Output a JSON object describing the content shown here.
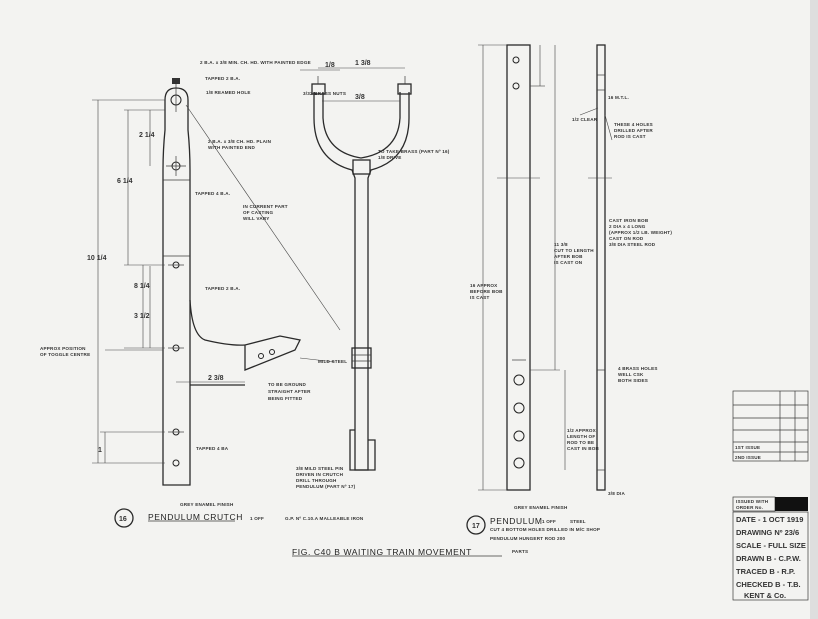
{
  "title": "FIG. C40 B  WAITING  TRAIN  MOVEMENT",
  "title_suffix": "PARTS",
  "part16": {
    "number": "16",
    "name": "PENDULUM  CRUTCH",
    "qty": "1 OFF",
    "material": "G.P. Nº C.10.A    MALLEABLE  IRON",
    "finish": "GREY ENAMEL FINISH",
    "notes": {
      "screw_top": "2 B.A. x 3/8 MIN. CH. HD. WITH PAINTED EDGE",
      "tapped_top": "TAPPED 2 B.A.",
      "reamed": "1/8 REAMED HOLE",
      "screw_mid1": "2 B.A. x 3/8 CH. HD. PLAIN",
      "screw_mid2": "WITH PAINTED END",
      "tapped_4ba": "TAPPED 4 B.A.",
      "vary1": "IN CURRENT PART",
      "vary2": "OF CASTING",
      "vary3": "WILL VARY",
      "tapped_2ba": "TAPPED 2 B.A.",
      "toggle1": "APPROX POSITION",
      "toggle2": "OF TOGGLE CENTRE",
      "tapped_bottom": "TAPPED 4 BA",
      "brass_nuts": "3/32 BRASS NUTS",
      "take_brass1": "TO TAKE BRASS (PART Nº 16)",
      "take_brass2": "1/8 DRIVE",
      "pin1": "3/8 MILD STEEL PIN",
      "pin2": "DRIVEN IN CRUTCH",
      "pin3": "DRILL THROUGH",
      "pin4": "PENDULUM (PART Nº 17)",
      "ground1": "TO BE GROUND",
      "ground2": "STRAIGHT AFTER",
      "ground3": "BEING FITTED",
      "mild": "MILD STEEL"
    },
    "dims": {
      "overall": "10 1/4",
      "d1": "6 1/4",
      "d2": "2 1/4",
      "d3": "3 1/2",
      "d4": "8 1/4",
      "d5": "2 3/8",
      "d6": "1",
      "fork_w": "1 3/8",
      "fork_i": "3/8",
      "fork_n": "1/8"
    }
  },
  "part17": {
    "number": "17",
    "name": "PENDULUM",
    "qty": "1 OFF",
    "material": "STEEL",
    "note1": "CUT 4 BOTTOM HOLES DRILLED IN M/C SHOP",
    "note2": "PENDULUM HUNGERT ROD 200",
    "finish": "GREY ENAMEL FINISH",
    "notes": {
      "mtl": "16 M.T.L.",
      "clear": "1/2 CLEAR",
      "holes1": "THESE 4 HOLES",
      "holes2": "DRILLED AFTER",
      "holes3": "ROD IS CAST",
      "bob1": "CAST IRON BOB",
      "bob2": "2 DIA x 4 LONG",
      "bob3": "(APPROX 1/2 LB. WEIGHT)",
      "bob4": "CAST ON ROD",
      "bob5": "3/8 DIA STEEL ROD",
      "cut1": "11 3/8",
      "cut2": "CUT TO LENGTH",
      "cut3": "AFTER BOB",
      "cut4": "IS CAST ON",
      "before1": "16 APPROX",
      "before2": "BEFORE BOB",
      "before3": "IS CAST",
      "csk1": "4 BRASS HOLES",
      "csk2": "WELL CSK",
      "csk3": "BOTH SIDES",
      "len1": "1/2 APPROX",
      "len2": "LENGTH OF",
      "len3": "ROD TO BE",
      "len4": "CAST IN BOB",
      "dia": "3/8 DIA"
    }
  },
  "title_block": {
    "date": "DATE - 1 OCT 1919",
    "drawing_no": "DRAWING Nº 23/6",
    "scale": "SCALE - FULL SIZE",
    "drawn": "DRAWN B - C.P.W.",
    "traced": "TRACED B - R.P.",
    "checked": "CHECKED B - T.B.",
    "firm": "KENT & Co.",
    "issue1": "ISSUED WITH",
    "issue2": "ORDER No.",
    "rev1": "1ST ISSUE",
    "rev2": "2ND ISSUE"
  }
}
